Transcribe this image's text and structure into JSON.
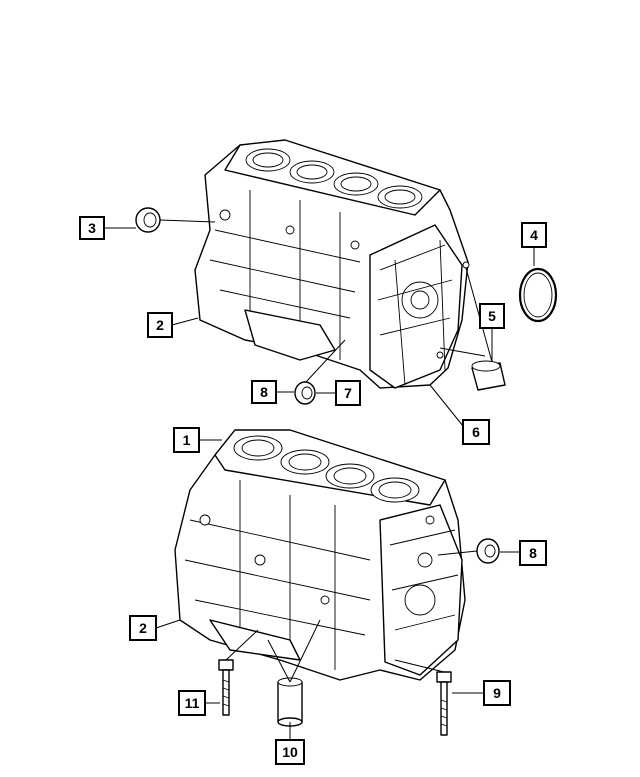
{
  "callouts": [
    {
      "id": "c3",
      "label": "3"
    },
    {
      "id": "c4",
      "label": "4"
    },
    {
      "id": "c2a",
      "label": "2"
    },
    {
      "id": "c5",
      "label": "5"
    },
    {
      "id": "c8a",
      "label": "8"
    },
    {
      "id": "c7",
      "label": "7"
    },
    {
      "id": "c6",
      "label": "6"
    },
    {
      "id": "c1",
      "label": "1"
    },
    {
      "id": "c8b",
      "label": "8"
    },
    {
      "id": "c2b",
      "label": "2"
    },
    {
      "id": "c11",
      "label": "11"
    },
    {
      "id": "c9",
      "label": "9"
    },
    {
      "id": "c10",
      "label": "10"
    }
  ],
  "colors": {
    "ink": "#000000",
    "paper": "#ffffff"
  }
}
